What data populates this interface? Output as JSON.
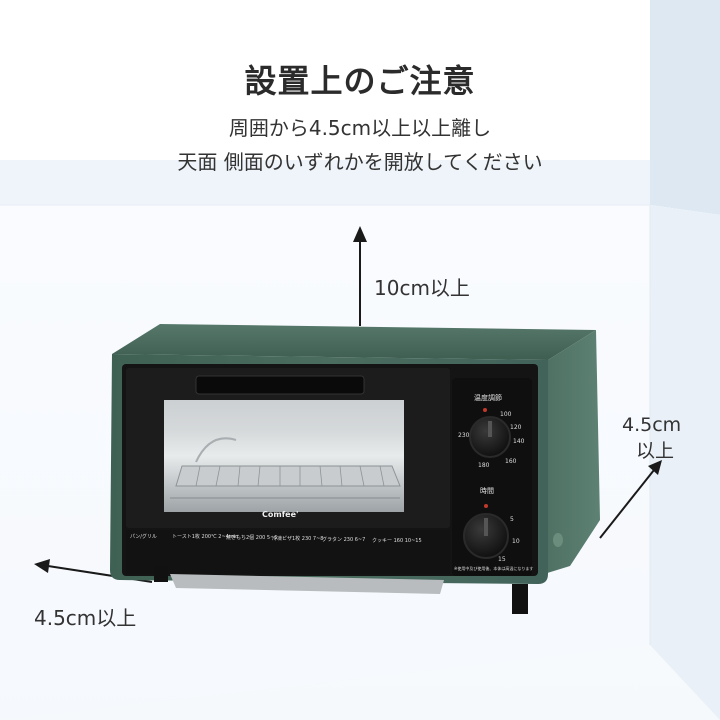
{
  "heading": {
    "title": "設置上のご注意",
    "line1": "周囲から4.5cm以上以上離し",
    "line2": "天面 側面のいずれかを開放してください"
  },
  "clearances": {
    "top": "10cm以上",
    "side_value": "4.5cm",
    "side_unit": "以上",
    "back": "4.5cm以上"
  },
  "oven": {
    "brand": "Comfee'",
    "knob_temp_label": "温度調節",
    "knob_time_label": "時間",
    "temp_marks": [
      "100",
      "120",
      "140",
      "160",
      "180",
      "230"
    ],
    "time_marks": [
      "5",
      "10",
      "15"
    ],
    "menu_items": [
      "パン/グリル",
      "トースト1枚 200℃ 2~4min",
      "焼きもち2個 200 5~6",
      "冷凍ピザ1枚 230 7~8",
      "グラタン 230 6~7",
      "クッキー 160 10~15"
    ],
    "caution_note": "※使用中及び使用後、本体は高温になります"
  },
  "colors": {
    "oven_green": "#4a6b5d",
    "oven_dark": "#1a1a1a",
    "arrow": "#1a1a1a",
    "room_blue": "#dfe9f4"
  }
}
